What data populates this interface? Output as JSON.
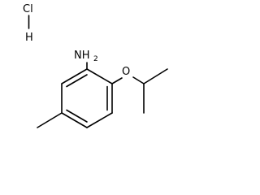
{
  "molecule": {
    "labels": {
      "chlorine": "Cl",
      "hydrogen": "H",
      "amine_n": "NH",
      "amine_sub": "2",
      "ether_o": "O"
    }
  }
}
